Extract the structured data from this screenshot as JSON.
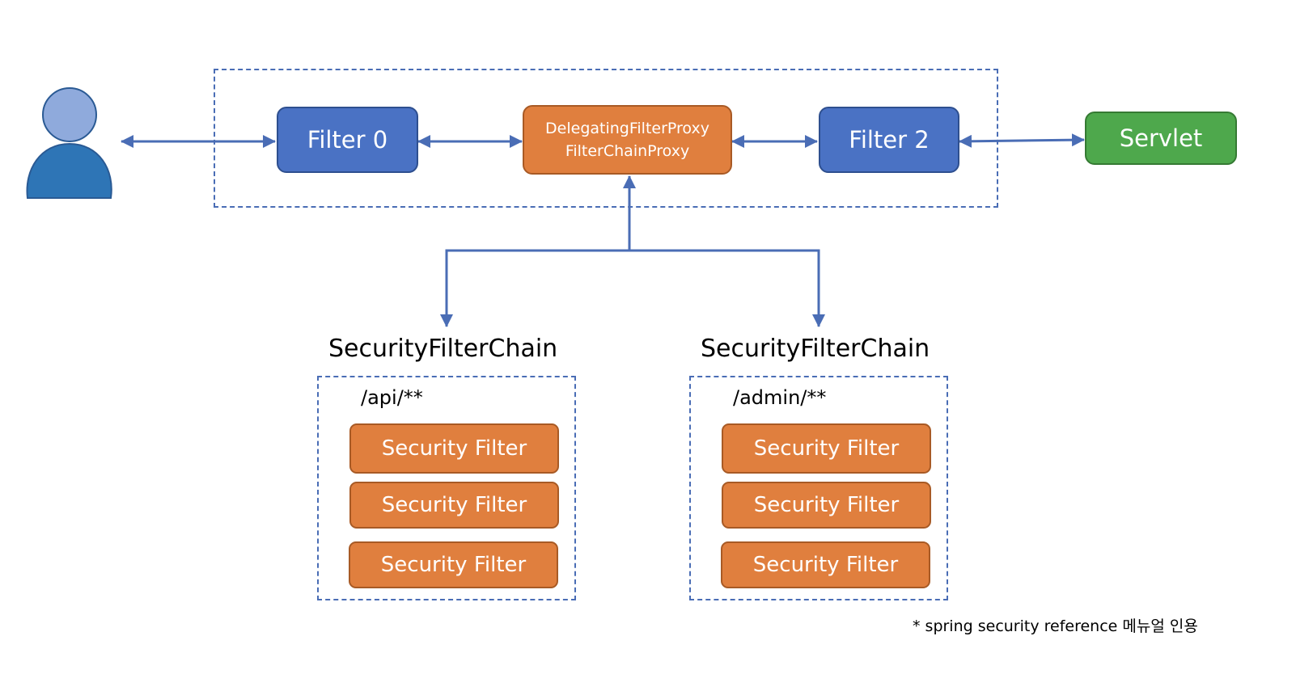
{
  "diagram": {
    "user_icon": "user-icon",
    "filters": {
      "filter0": "Filter 0",
      "proxy_line1": "DelegatingFilterProxy",
      "proxy_line2": "FilterChainProxy",
      "filter2": "Filter 2",
      "servlet": "Servlet"
    },
    "chains": [
      {
        "title": "SecurityFilterChain",
        "path": "/api/**",
        "filters": [
          "Security Filter",
          "Security Filter",
          "Security Filter"
        ]
      },
      {
        "title": "SecurityFilterChain",
        "path": "/admin/**",
        "filters": [
          "Security Filter",
          "Security Filter",
          "Security Filter"
        ]
      }
    ],
    "footnote": "* spring security reference 메뉴얼 인용",
    "colors": {
      "blue": "#4a72c4",
      "orange": "#e07f3e",
      "green": "#4ea84c",
      "line": "#4a6db5",
      "person_head": "#8faadc",
      "person_body": "#2e75b6"
    }
  }
}
